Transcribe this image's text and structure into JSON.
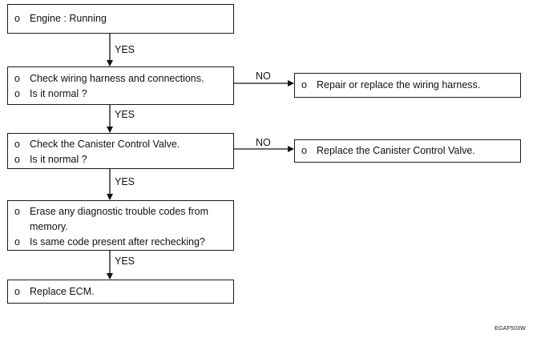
{
  "flowchart": {
    "step1": {
      "bullet": "o",
      "lines": [
        "Engine : Running"
      ]
    },
    "step2": {
      "bullet": "o",
      "lines": [
        "Check wiring harness and connections.",
        "Is it normal ?"
      ]
    },
    "step2_no": {
      "bullet": "o",
      "lines": [
        "Repair or replace the wiring harness."
      ]
    },
    "step3": {
      "bullet": "o",
      "lines": [
        "Check the Canister Control Valve.",
        "Is it normal ?"
      ]
    },
    "step3_no": {
      "bullet": "o",
      "lines": [
        "Replace the Canister Control Valve."
      ]
    },
    "step4": {
      "bullet": "o",
      "lines": [
        "Erase any diagnostic trouble codes from memory.",
        "Is same code present after rechecking?"
      ]
    },
    "step5": {
      "bullet": "o",
      "lines": [
        "Replace ECM."
      ]
    },
    "labels": {
      "yes1": "YES",
      "yes2": "YES",
      "yes3": "YES",
      "yes4": "YES",
      "no1": "NO",
      "no2": "NO"
    },
    "figure_code": "EGAF503W"
  }
}
